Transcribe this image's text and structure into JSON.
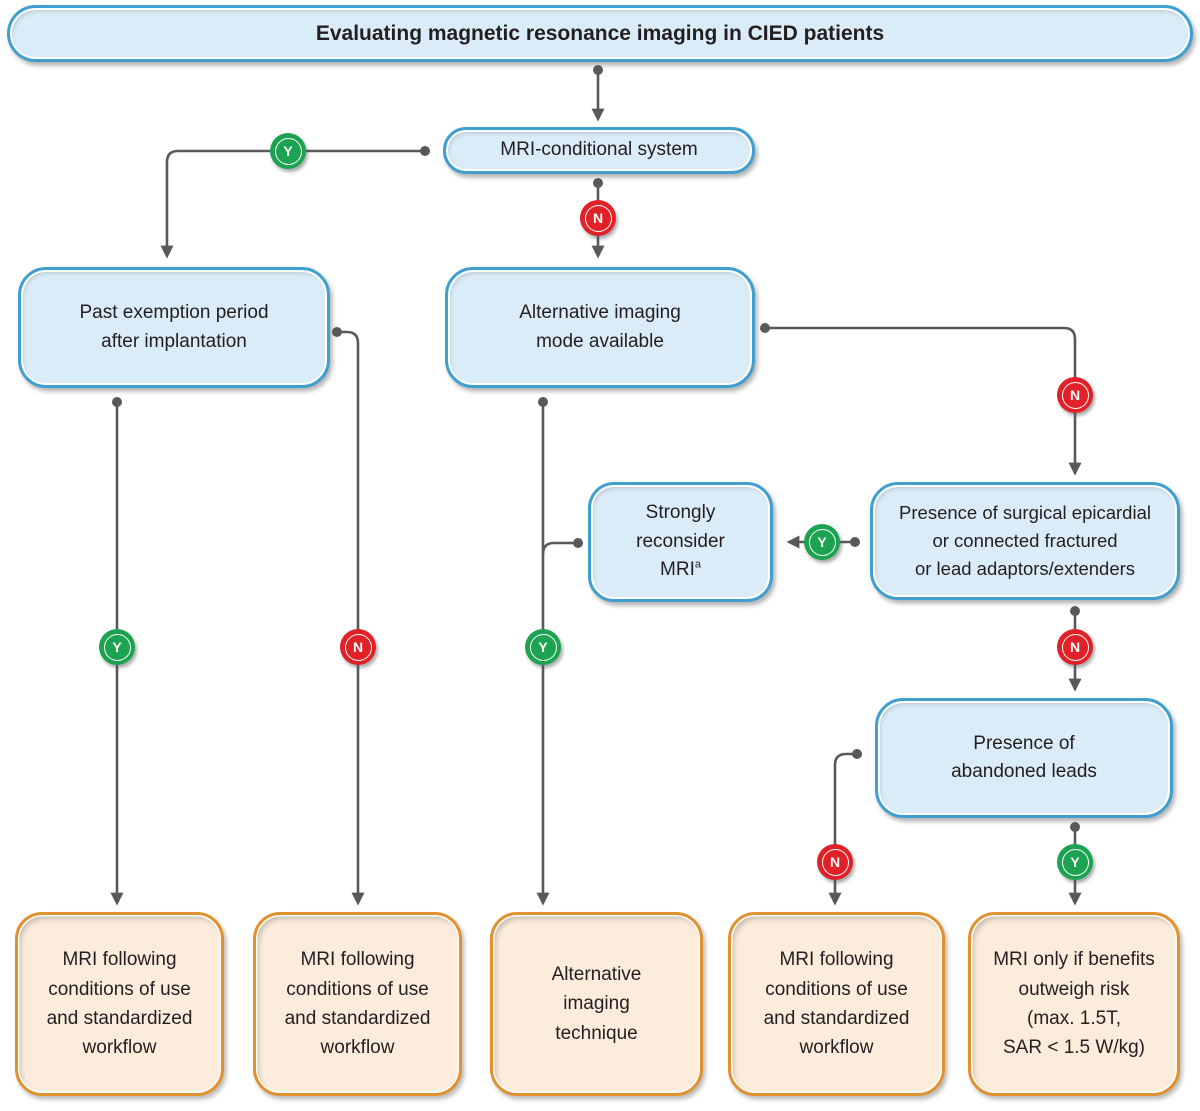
{
  "title": {
    "label": "Evaluating magnetic resonance imaging in CIED patients"
  },
  "badges": {
    "yes_label": "Y",
    "no_label": "N"
  },
  "colors": {
    "blue_border": "#3FA0D0",
    "blue_fill": "#DAECF7",
    "orange_border": "#E2912F",
    "orange_fill": "#FBECDB",
    "green": "#1CA351",
    "red": "#E02128",
    "line": "#58595B",
    "text": "#231F20"
  },
  "nodes": {
    "mri_conditional": {
      "label": "MRI-conditional system"
    },
    "past_exemption": {
      "lines": [
        "Past exemption period",
        "after implantation"
      ]
    },
    "alternative_mode": {
      "lines": [
        "Alternative imaging",
        "mode available"
      ]
    },
    "strongly_reconsider": {
      "lines": [
        "Strongly",
        "reconsider"
      ],
      "acronym": "MRI",
      "superscript": "a"
    },
    "epicardial": {
      "lines": [
        "Presence of surgical epicardial",
        "or connected fractured",
        "or lead adaptors/extenders"
      ]
    },
    "abandoned_leads": {
      "lines": [
        "Presence of",
        "abandoned leads"
      ]
    }
  },
  "outcomes": [
    {
      "lines": [
        "MRI following",
        "conditions of use",
        "and standardized",
        "workflow"
      ]
    },
    {
      "lines": [
        "MRI following",
        "conditions of use",
        "and standardized",
        "workflow"
      ]
    },
    {
      "lines": [
        "Alternative",
        "imaging",
        "technique"
      ]
    },
    {
      "lines": [
        "MRI following",
        "conditions of use",
        "and standardized",
        "workflow"
      ]
    },
    {
      "lines": [
        "MRI only if benefits",
        "outweigh risk",
        "(max. 1.5T,",
        "SAR < 1.5 W/kg)"
      ]
    }
  ]
}
